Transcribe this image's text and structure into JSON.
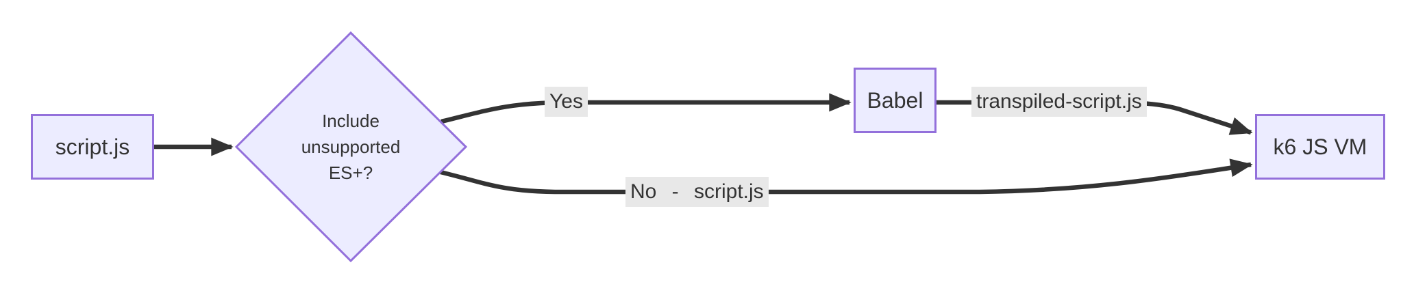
{
  "colors": {
    "background": "#ffffff",
    "node_fill": "#ECECFF",
    "node_border": "#9370DB",
    "edge": "#333333",
    "text": "#333333",
    "edge_label_bg": "#e8e8e8"
  },
  "nodes": {
    "script": {
      "label": "script.js"
    },
    "decision": {
      "lines": [
        "Include",
        "unsupported",
        "ES+?"
      ]
    },
    "babel": {
      "label": "Babel"
    },
    "k6vm": {
      "label": "k6 JS VM"
    }
  },
  "edges": {
    "yes_label": "Yes",
    "transpiled_label": "transpiled-script.js",
    "no_label": "No - script.js"
  }
}
